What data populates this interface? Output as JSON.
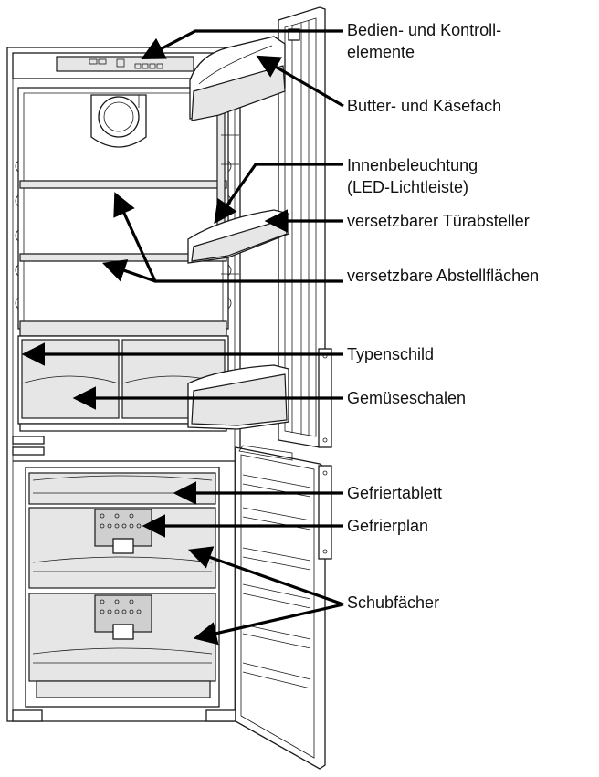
{
  "labels": {
    "bedien_line1": "Bedien- und Kontroll-",
    "bedien_line2": "elemente",
    "butter": "Butter- und Käsefach",
    "innen_line1": "Innenbeleuchtung",
    "innen_line2": "(LED-Lichtleiste)",
    "tuerabsteller": "versetzbarer Türabsteller",
    "abstellflaechen": "versetzbare Abstellflächen",
    "typenschild": "Typenschild",
    "gemuese": "Gemüseschalen",
    "gefriertablett": "Gefriertablett",
    "gefrierplan": "Gefrierplan",
    "schubfaecher": "Schubfächer"
  },
  "colors": {
    "ink": "#1a1a1a",
    "arrow": "#000000",
    "panel_gray": "#e6e6e6",
    "dark_gray": "#cfcfcf"
  }
}
